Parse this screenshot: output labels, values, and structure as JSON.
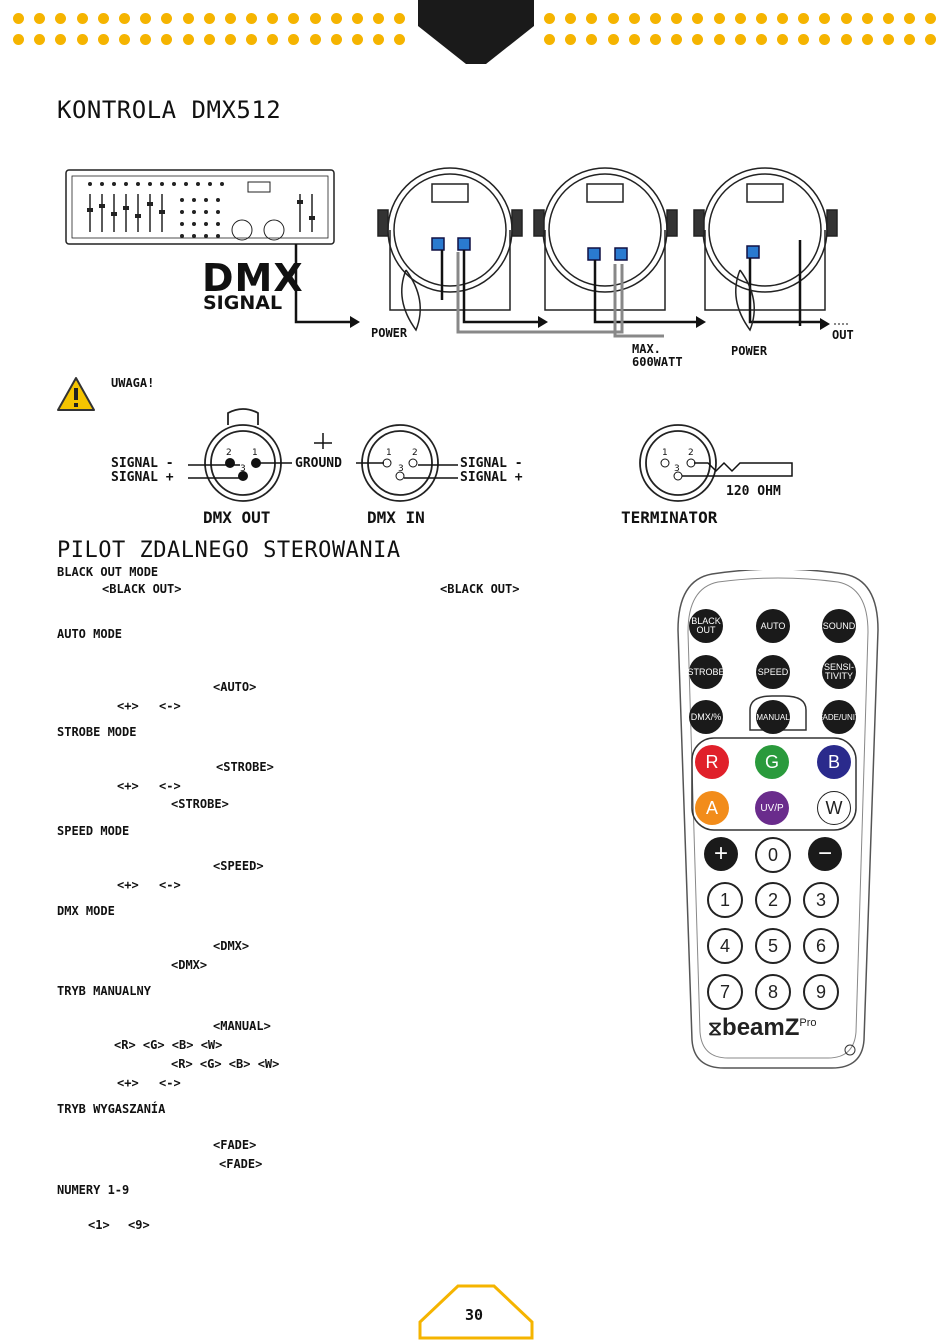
{
  "header": {
    "title": "KONTROLA DMX512"
  },
  "wiring": {
    "dmx_big": "DMX",
    "dmx_signal": "SIGNAL",
    "power_left": "POWER",
    "power_right": "POWER",
    "max_line1": "MAX.",
    "max_line2": "600WATT",
    "out": "OUT"
  },
  "warning": {
    "label": "UWAGA!"
  },
  "connectors": {
    "signal_minus_left": "SIGNAL -",
    "signal_plus_left": "SIGNAL +",
    "ground": "GROUND",
    "signal_minus_right": "SIGNAL -",
    "signal_plus_right": "SIGNAL +",
    "dmx_out": "DMX OUT",
    "dmx_in": "DMX IN",
    "terminator": "TERMINATOR",
    "ohm": "120 OHM",
    "pin1": "1",
    "pin2": "2",
    "pin3": "3"
  },
  "remote_section": {
    "title": "PILOT ZDALNEGO STEROWANIA",
    "lines": [
      "BLACK OUT MODE",
      "<BLACK OUT>",
      "<BLACK OUT>",
      "AUTO MODE",
      "<AUTO>",
      "<+>",
      "<->",
      "STROBE MODE",
      "<STROBE>",
      "<+>",
      "<->",
      "<STROBE>",
      "SPEED MODE",
      "<SPEED>",
      "<+>",
      "<->",
      "DMX MODE",
      "<DMX>",
      "<DMX>",
      "TRYB MANUALNY",
      "<MANUAL>",
      "<R> <G> <B> <W>",
      "<R> <G> <B> <W>",
      "<+>",
      "<->",
      "TRYB WYGASZANÍA",
      "<FADE>",
      "<FADE>",
      "NUMERY 1-9",
      "<1>",
      "<9>"
    ]
  },
  "remote": {
    "btn_blackout": "BLACK OUT",
    "btn_auto": "AUTO",
    "btn_sound": "SOUND",
    "btn_strobe": "STROBE",
    "btn_speed": "SPEED",
    "btn_sensitivity": "SENSI- TIVITY",
    "btn_dmx": "DMX/%",
    "btn_manual": "MANUAL",
    "btn_fade": "FADE/UNIT",
    "btn_r": "R",
    "btn_g": "G",
    "btn_b": "B",
    "btn_a": "A",
    "btn_uv": "UV/P",
    "btn_w": "W",
    "btn_plus": "+",
    "btn_zero": "0",
    "btn_minus": "−",
    "nums": [
      "1",
      "2",
      "3",
      "4",
      "5",
      "6",
      "7",
      "8",
      "9"
    ],
    "brand": "beamZ",
    "brand_sup": "Pro",
    "colors": {
      "r": "#e0202a",
      "g": "#2a9a3c",
      "b": "#2a2a8c",
      "a": "#f28c1a",
      "uv": "#6a2c8c"
    }
  },
  "footer": {
    "page": "30"
  },
  "accent": "#f5b400"
}
